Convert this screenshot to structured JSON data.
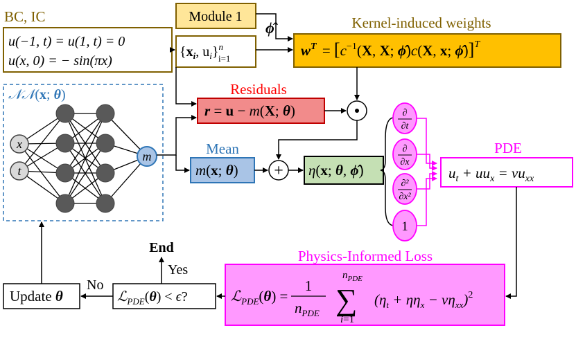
{
  "colors": {
    "gold": "#7f6000",
    "gold_fill": "#ffe699",
    "gold_border": "#7f6000",
    "gold_box_fill": "#ffc000",
    "red": "#ff0000",
    "red_fill": "#f28b8b",
    "blue": "#2e75b6",
    "blue_fill": "#a9c4e6",
    "green_fill": "#c5e0b4",
    "magenta": "#ff00ff",
    "magenta_fill": "#ff99ff",
    "node_fill": "#595959",
    "input_fill": "#d9d9d9"
  },
  "bcic": {
    "title": "BC, IC",
    "line1": "u(−1, t) = u(1, t) = 0",
    "line2": "u(x, 0) = − sin(πx)"
  },
  "data_points": {
    "text": "{x_i, u_i}",
    "sup": "n",
    "sub": "i=1"
  },
  "module1": {
    "label": "Module 1"
  },
  "phi_hat": {
    "label": "φ̂"
  },
  "kernel": {
    "title": "Kernel-induced weights",
    "formula": "w^T = [c^{-1}(X, X; φ̂) c(X, x; φ̂)]^T"
  },
  "network": {
    "title": "𝒩𝒩(x; θ)",
    "input_x": "x",
    "input_t": "t",
    "output": "m"
  },
  "residuals": {
    "title": "Residuals",
    "formula": "r = u − m(X; θ)"
  },
  "dot_op": {
    "symbol": "⊙"
  },
  "mean": {
    "title": "Mean",
    "formula": "m(x; θ)"
  },
  "plus_op": {
    "symbol": "+"
  },
  "eta": {
    "formula": "η(x; θ, φ̂)"
  },
  "derivatives": [
    "∂/∂t",
    "∂/∂x",
    "∂²/∂x²",
    "1"
  ],
  "pde": {
    "title": "PDE",
    "formula": "u_t + uu_x = νu_xx"
  },
  "loss": {
    "title": "Physics-Informed Loss",
    "formula": "L_PDE(θ) = 1/n_PDE Σ_{i=1}^{n_PDE} (η_t + ηη_x − νη_xx)²"
  },
  "check": {
    "formula": "L_PDE(θ) < ϵ?"
  },
  "end": {
    "label": "End"
  },
  "yes": {
    "label": "Yes"
  },
  "no": {
    "label": "No"
  },
  "update": {
    "label": "Update θ"
  }
}
